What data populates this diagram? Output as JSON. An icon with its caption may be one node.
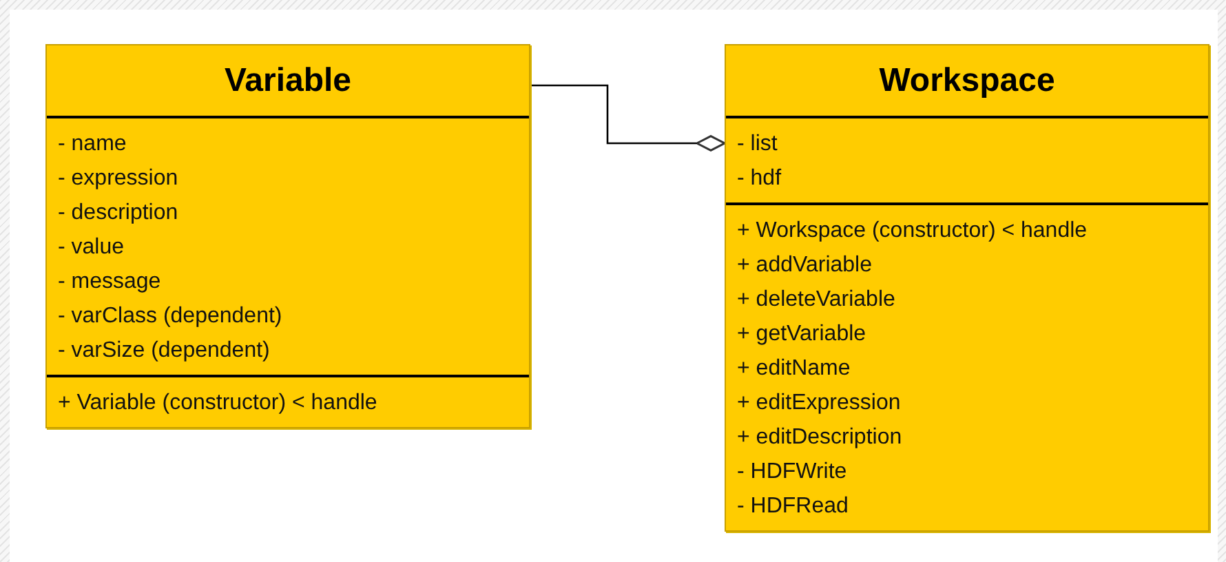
{
  "diagram": {
    "nodes": [
      {
        "text": [
          "Variable"
        ]
      },
      {
        "text": [
          "- name",
          "- expression",
          "- description",
          "- value",
          "- message",
          "- varClass (dependent)",
          "- varSize (dependent)"
        ],
        "in": 0
      },
      {
        "text": [
          "+ Variable (constructor) < handle"
        ],
        "in": 0
      },
      {
        "text": [
          "Workspace"
        ]
      },
      {
        "text": [
          "- list",
          "- hdf"
        ],
        "in": 3
      },
      {
        "text": [
          "+ Workspace (constructor) < handle",
          "+ addVariable",
          "+ deleteVariable",
          "+ getVariable",
          "+ editName",
          "+ editExpression",
          "+ editDescription",
          "- HDFWrite",
          "- HDFRead"
        ],
        "in": 3
      }
    ],
    "edges": [
      {
        "from": 0,
        "to": 3,
        "arrow": "other"
      }
    ]
  }
}
